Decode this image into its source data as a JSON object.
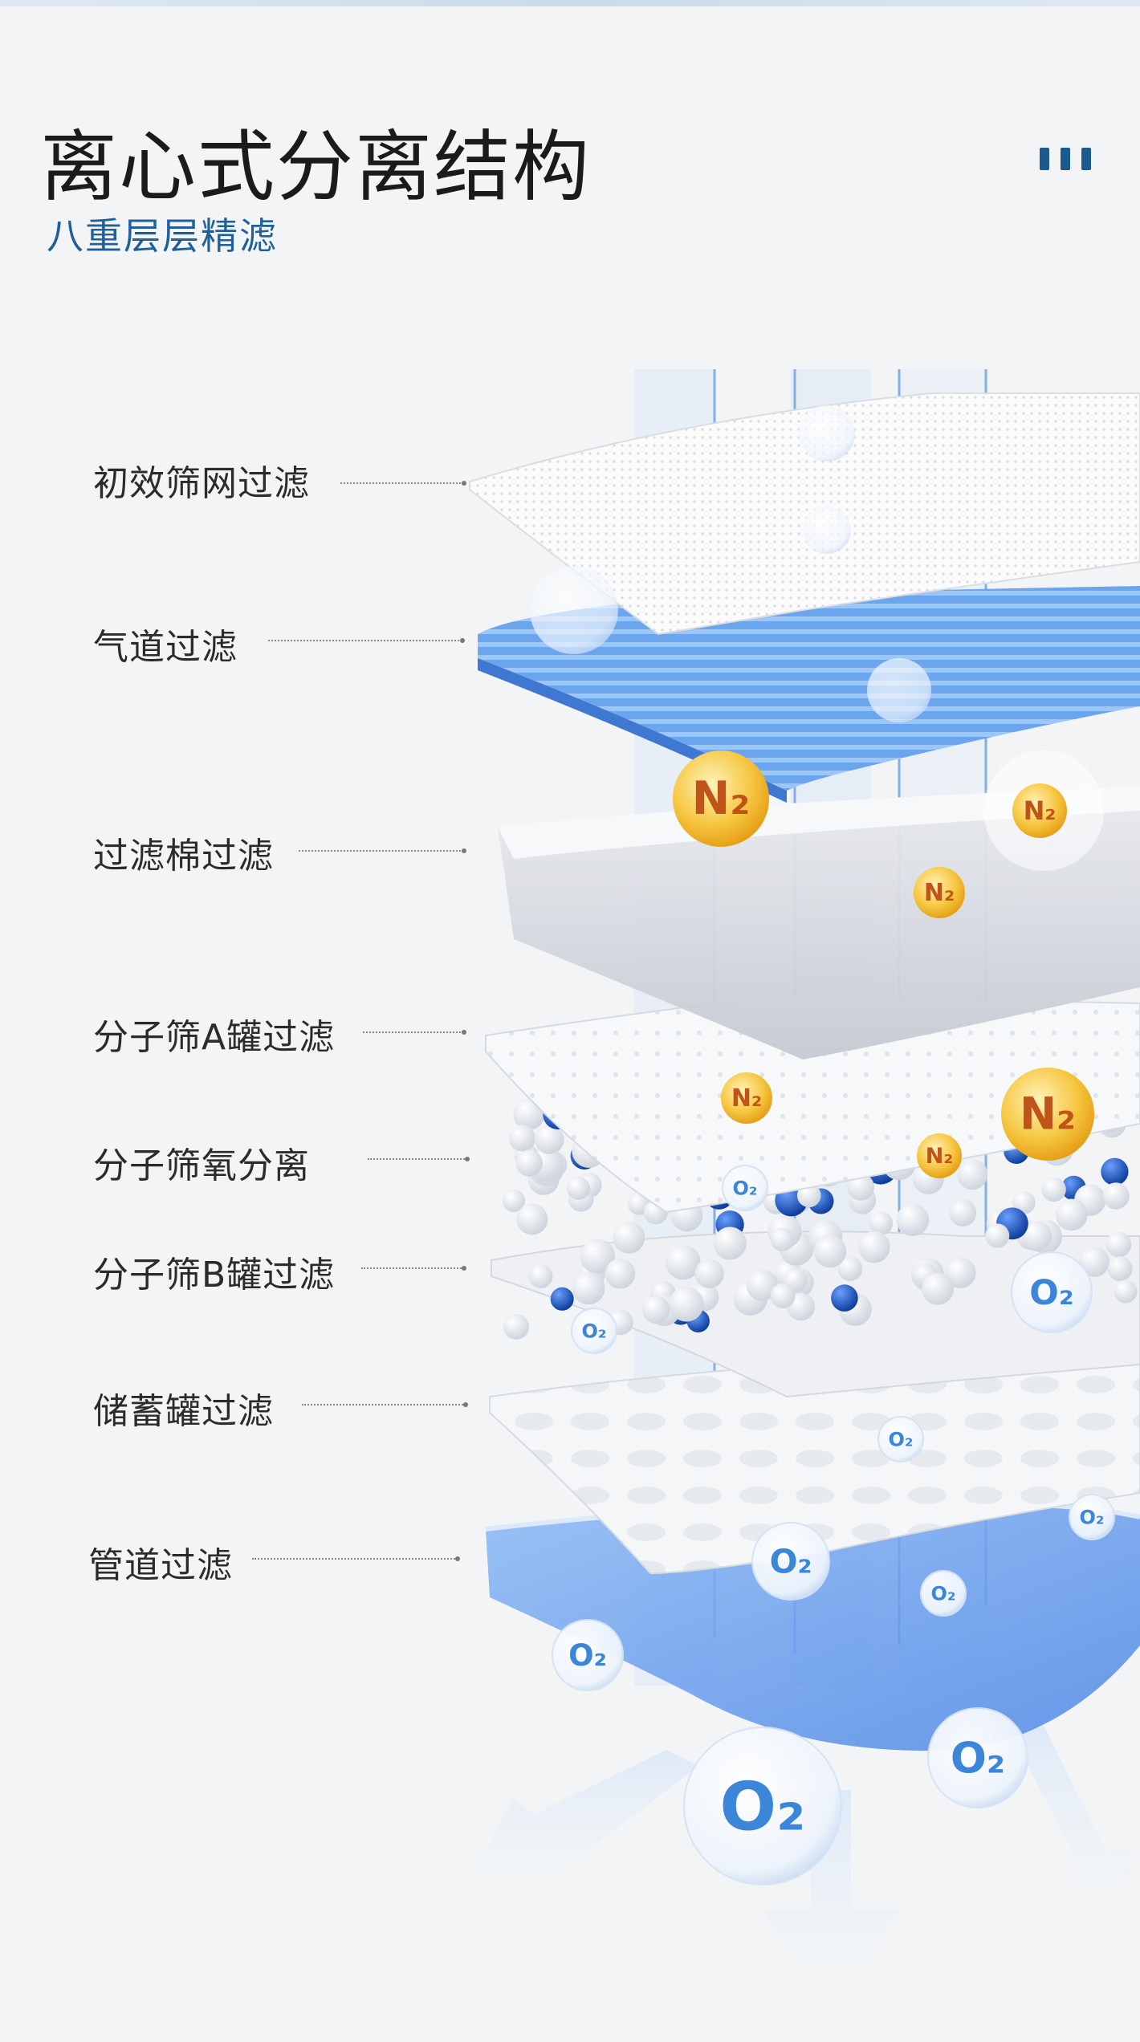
{
  "header": {
    "title": "离心式分离结构",
    "subtitle": "八重层层精滤"
  },
  "menu_icon": "more-bars-icon",
  "layers": [
    {
      "label": "初效筛网过滤"
    },
    {
      "label": "气道过滤"
    },
    {
      "label": "过滤棉过滤"
    },
    {
      "label": "分子筛A罐过滤"
    },
    {
      "label": "分子筛氧分离"
    },
    {
      "label": "分子筛B罐过滤"
    },
    {
      "label": "储蓄罐过滤"
    },
    {
      "label": "管道过滤"
    }
  ],
  "molecules": {
    "nitrogen_label": "N₂",
    "oxygen_label": "O₂"
  },
  "colors": {
    "title": "#1b1b1b",
    "subtitle": "#1f5f9a",
    "accent_blue": "#4a8fe0",
    "nitrogen_gold": "#f2b520",
    "oxygen_blue": "#3b86d8"
  }
}
